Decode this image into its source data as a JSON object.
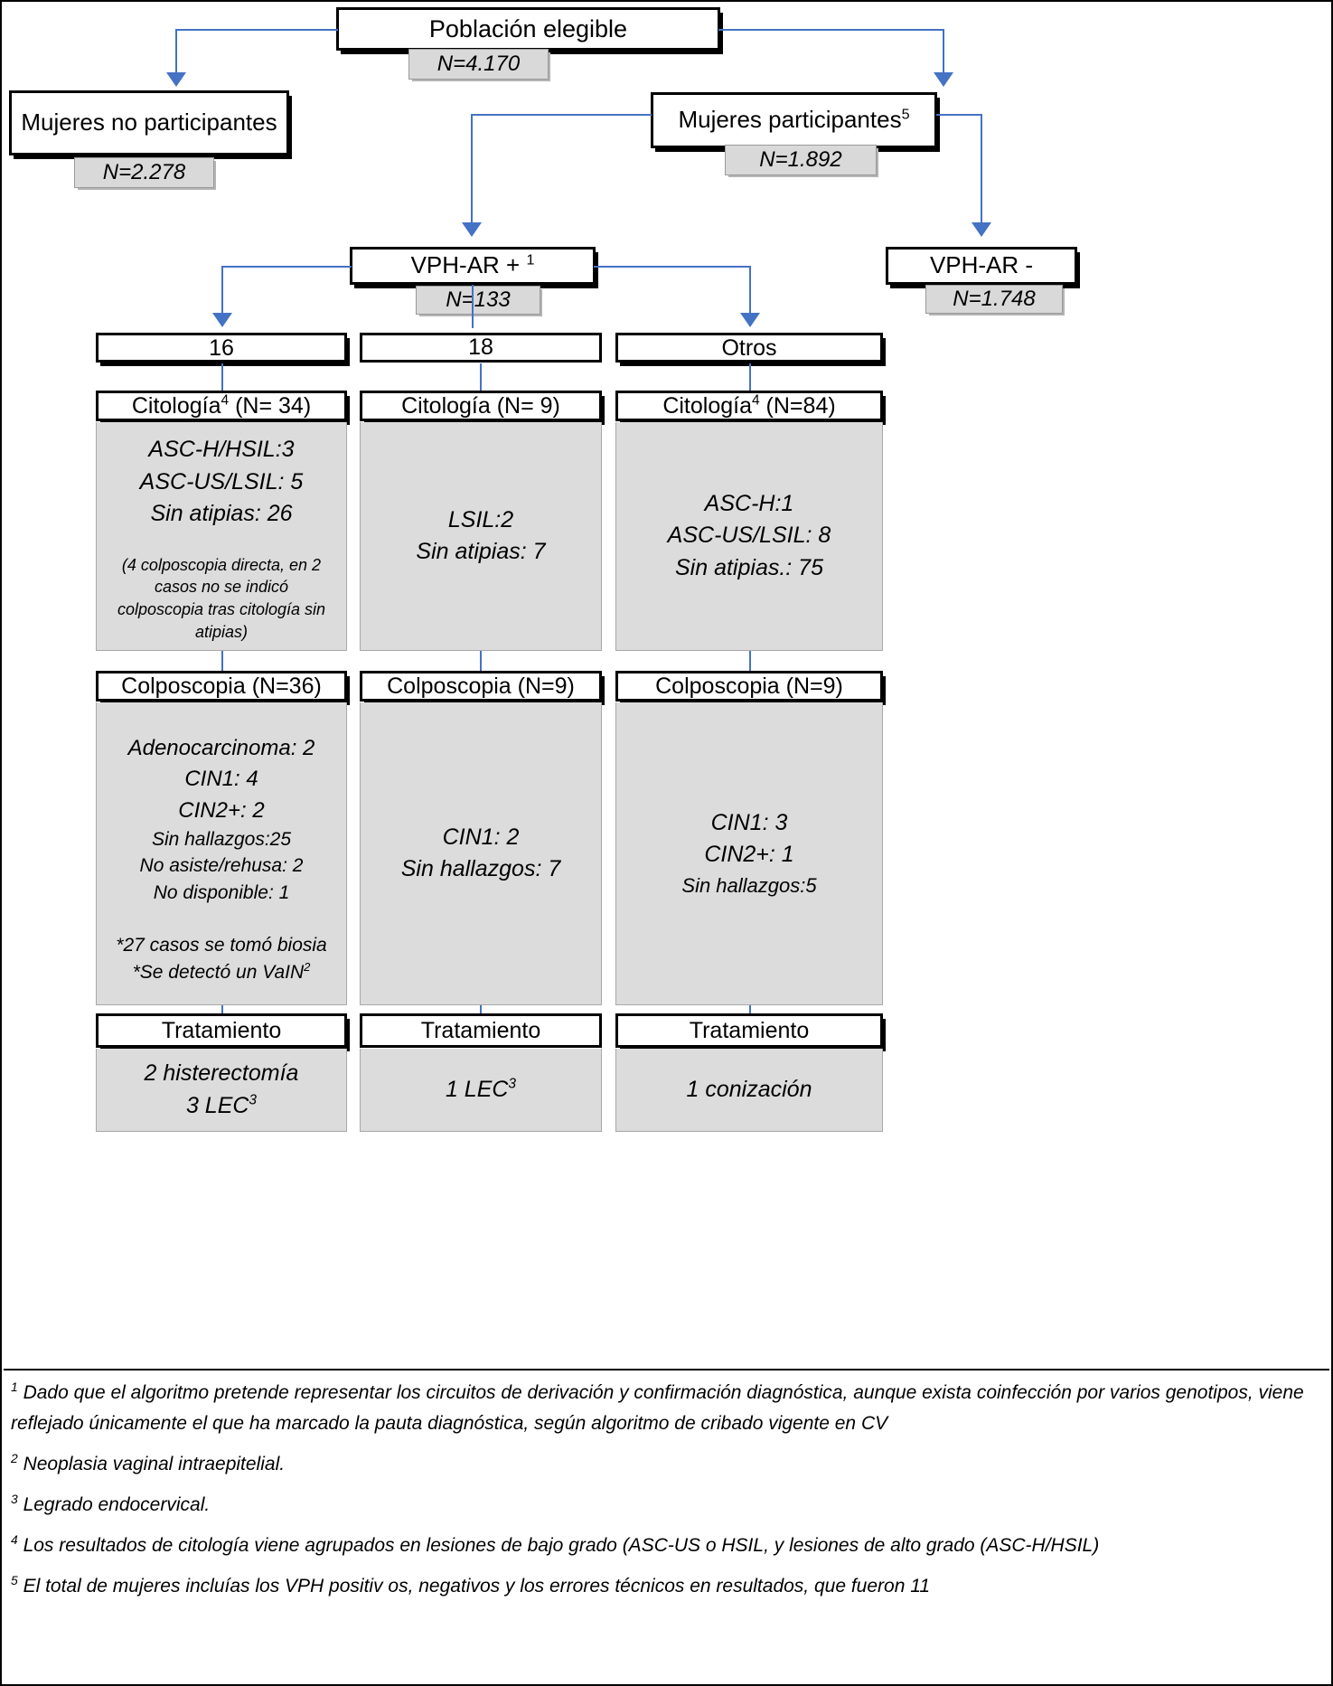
{
  "nodes": {
    "eligible": {
      "label": "Población elegible",
      "n": "N=4.170"
    },
    "non_participants": {
      "label": "Mujeres no participantes",
      "n": "N=2.278"
    },
    "participants": {
      "label": "Mujeres participantes",
      "sup": "5",
      "n": "N=1.892"
    },
    "hpv_pos": {
      "label": "VPH-AR + ",
      "sup": "1",
      "n": "N=133"
    },
    "hpv_neg": {
      "label": "VPH-AR -",
      "n": "N=1.748"
    }
  },
  "genotypes": [
    {
      "label": "16"
    },
    {
      "label": "18"
    },
    {
      "label": "Otros"
    }
  ],
  "columns": [
    {
      "genotype": "16",
      "cytology": {
        "title": "Citología",
        "title_sup": "4",
        "title_n": " (N= 34)",
        "lines": [
          "ASC-H/HSIL:3",
          "ASC-US/LSIL: 5",
          "Sin atipias: 26"
        ],
        "note": "(4 colposcopia directa, en 2 casos no se indicó colposcopia tras citología sin atipias)"
      },
      "colposcopy": {
        "title": "Colposcopia (N=36)",
        "lines": [
          "Adenocarcinoma:  2",
          "CIN1: 4",
          "CIN2+: 2",
          "Sin hallazgos:25",
          "No asiste/rehusa: 2",
          "No disponible: 1"
        ],
        "notes": [
          "*27 casos se tomó biosia",
          "*Se detectó un VaIN2"
        ]
      },
      "treatment": {
        "title": "Tratamiento",
        "lines": [
          "2 histerectomía",
          "3 LEC3"
        ]
      }
    },
    {
      "genotype": "18",
      "cytology": {
        "title": "Citología",
        "title_sup": "",
        "title_n": " (N= 9)",
        "lines": [
          "LSIL:2",
          "Sin atipias: 7"
        ],
        "note": ""
      },
      "colposcopy": {
        "title": "Colposcopia (N=9)",
        "lines": [
          "CIN1: 2",
          "Sin hallazgos: 7"
        ],
        "notes": []
      },
      "treatment": {
        "title": "Tratamiento",
        "lines": [
          "1 LEC3"
        ]
      }
    },
    {
      "genotype": "Otros",
      "cytology": {
        "title": "Citología",
        "title_sup": "4",
        "title_n": " (N=84)",
        "lines": [
          "ASC-H:1",
          "ASC-US/LSIL: 8",
          "Sin atipias.: 75"
        ],
        "note": ""
      },
      "colposcopy": {
        "title": "Colposcopia (N=9)",
        "lines": [
          "CIN1: 3",
          "CIN2+: 1",
          "Sin hallazgos:5"
        ],
        "notes": []
      },
      "treatment": {
        "title": "Tratamiento",
        "lines": [
          "1 conización"
        ]
      }
    }
  ],
  "footnotes": [
    {
      "marker": "1",
      "text": "Dado que el algoritmo pretende representar los circuitos de derivación y confirmación diagnóstica, aunque exista coinfección por varios genotipos, viene reflejado únicamente el que ha marcado la pauta diagnóstica, según algoritmo de cribado vigente en CV"
    },
    {
      "marker": "2",
      "text": "Neoplasia vaginal intraepitelial."
    },
    {
      "marker": "3",
      "text": "Legrado endocervical."
    },
    {
      "marker": "4",
      "text": "Los resultados de citología viene agrupados en lesiones de bajo grado (ASC-US o HSIL, y lesiones de alto grado (ASC-H/HSIL)"
    },
    {
      "marker": "5",
      "text": "El total de mujeres incluías los VPH positiv os, negativos y los errores técnicos en resultados, que fueron 11"
    }
  ],
  "colors": {
    "connector": "#4472c4",
    "box_border": "#000000",
    "body_fill": "#dcdcdc",
    "badge_fill": "#d9d9d9"
  }
}
